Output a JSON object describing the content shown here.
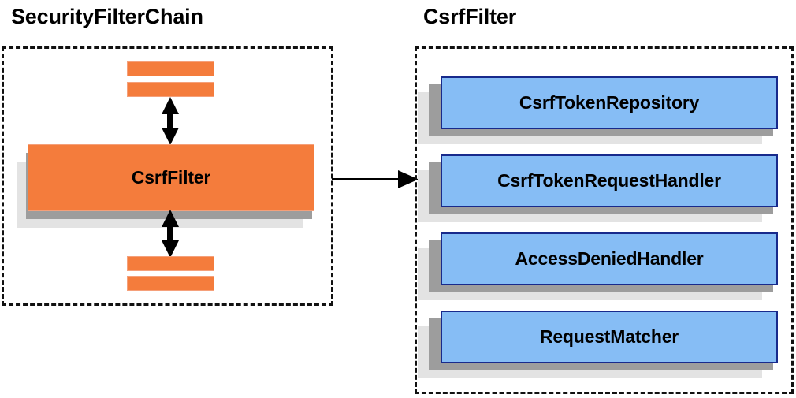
{
  "diagram": {
    "title_left": "SecurityFilterChain",
    "title_right": "CsrfFilter",
    "colors": {
      "orange_fill": "#f47c3c",
      "orange_border": "#f5a07a",
      "blue_fill": "#86bdf5",
      "blue_border": "#182a8c",
      "shadow_near": "#9d9d9d",
      "shadow_far": "#e3e3e3",
      "panel_border": "#111111",
      "text": "#000000",
      "background": "#ffffff"
    }
  },
  "left_panel": {
    "title": "SecurityFilterChain",
    "main_node": {
      "label": "CsrfFilter"
    },
    "upper_filters": [
      {
        "label": ""
      },
      {
        "label": ""
      }
    ],
    "lower_filters": [
      {
        "label": ""
      },
      {
        "label": ""
      }
    ],
    "connector_up": "double-headed-vertical-arrow",
    "connector_down": "double-headed-vertical-arrow"
  },
  "right_panel": {
    "title": "CsrfFilter",
    "collaborators": [
      {
        "label": "CsrfTokenRepository"
      },
      {
        "label": "CsrfTokenRequestHandler"
      },
      {
        "label": "AccessDeniedHandler"
      },
      {
        "label": "RequestMatcher"
      }
    ]
  },
  "cross_connector": {
    "kind": "single-headed-horizontal-arrow",
    "from": "SecurityFilterChain.CsrfFilter",
    "to": "CsrfFilter"
  }
}
